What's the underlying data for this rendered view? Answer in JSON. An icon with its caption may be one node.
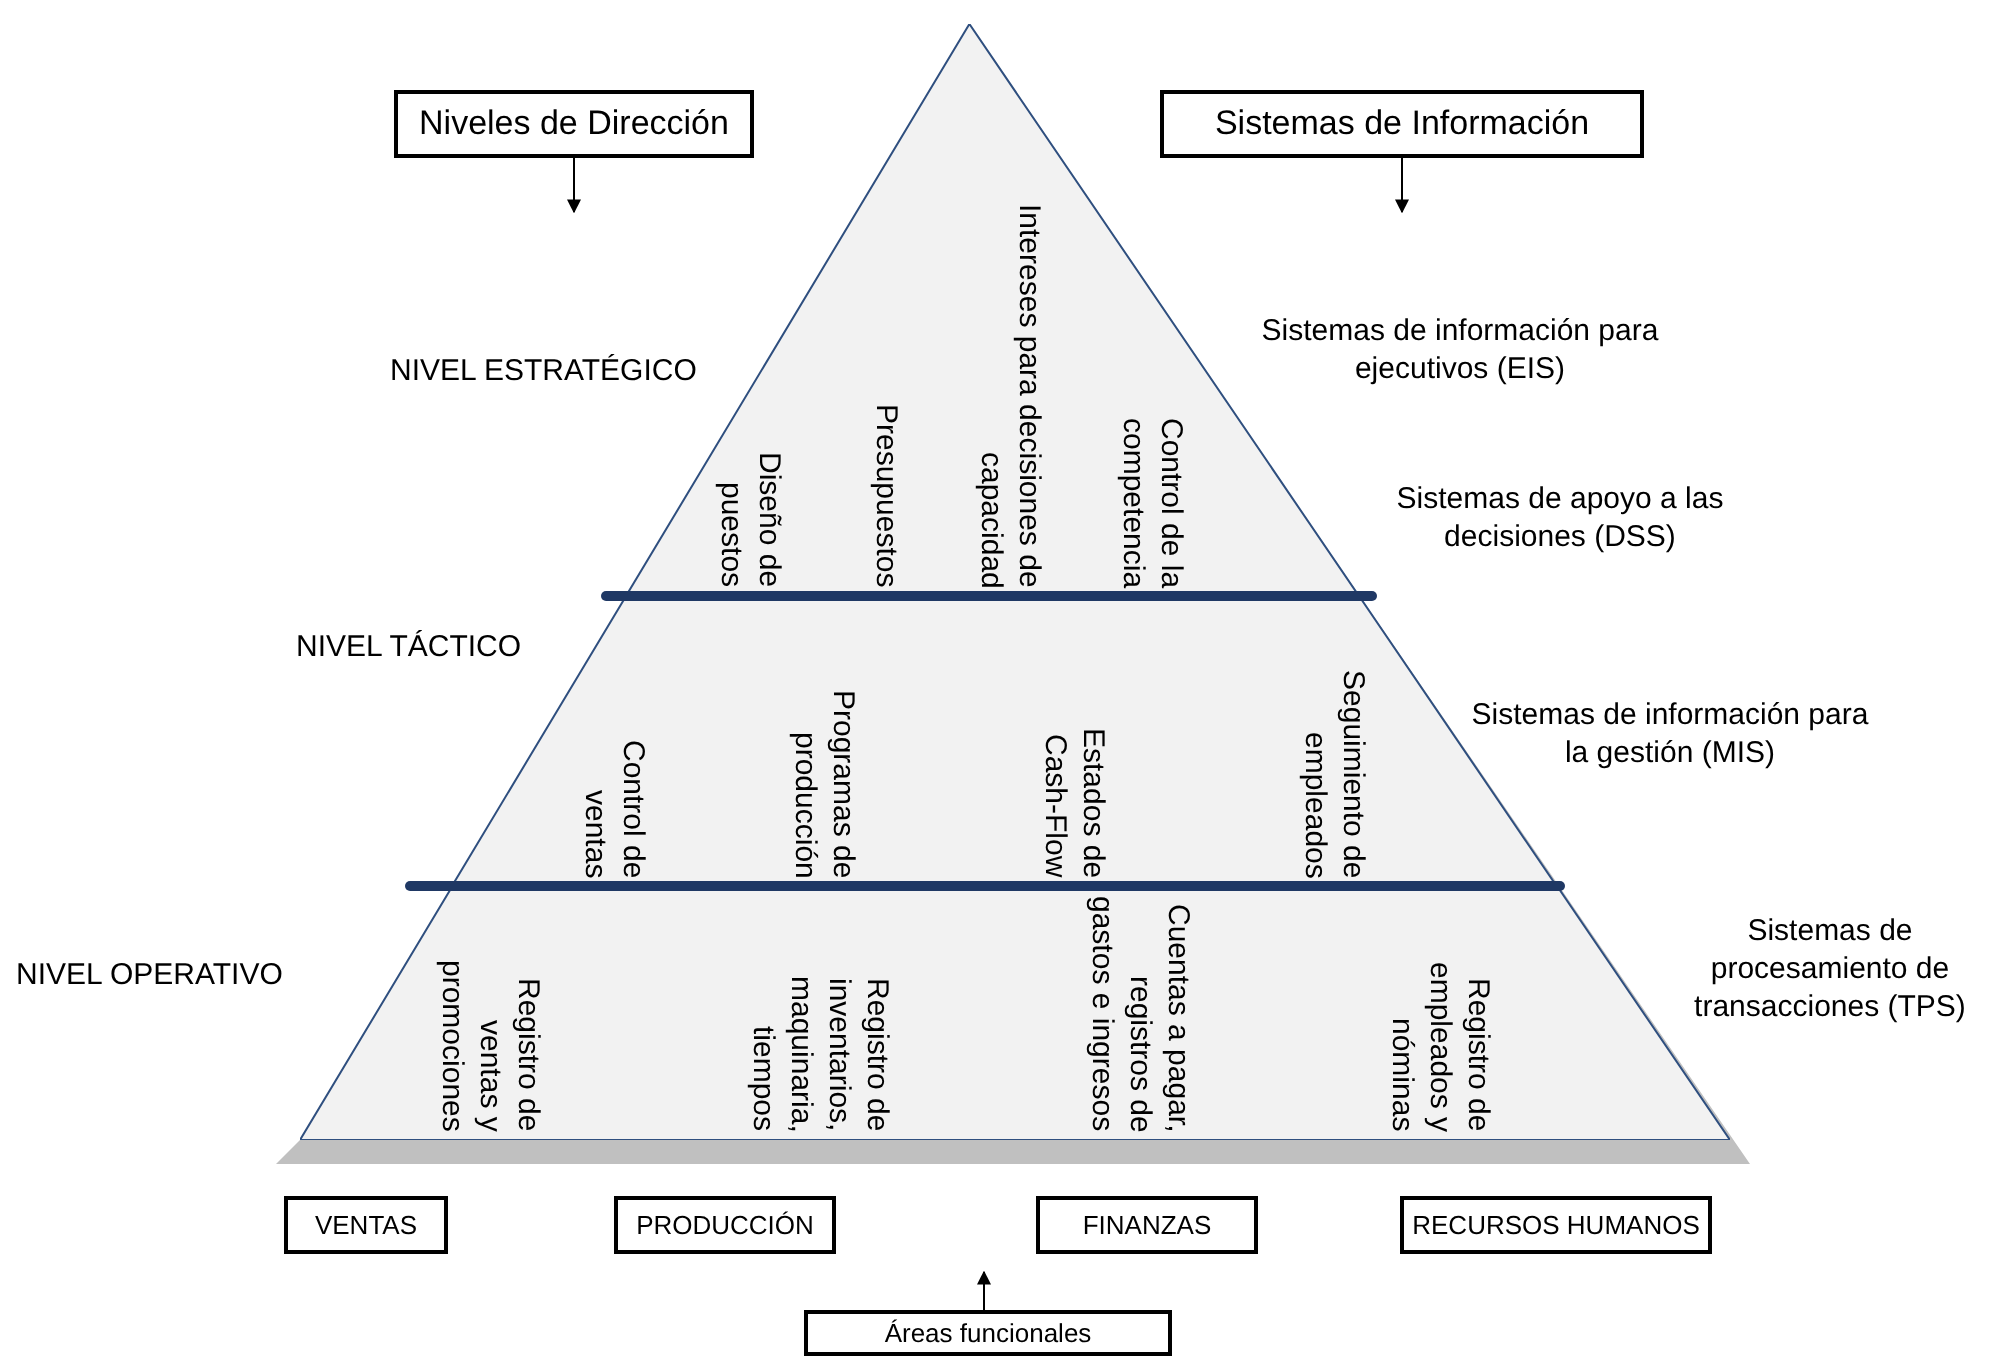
{
  "diagram": {
    "nodes": [
      {
        "text": [
          "Niveles de Dirección"
        ]
      },
      {
        "text": [
          "Sistemas de Información"
        ]
      },
      {
        "text": [
          "Diseño de puestos",
          "Presupuestos",
          "Intereses para decisiones de capacidad",
          "Control de la competencia"
        ],
        "beside": [
          "NIVEL ESTRATÉGICO"
        ]
      },
      {
        "text": [
          "Control de ventas",
          "Programas de producción",
          "Estados de Cash-Flow",
          "Seguimiento de empleados"
        ],
        "beside": [
          "NIVEL TÁCTICO"
        ]
      },
      {
        "text": [
          "Registro de ventas y promociones",
          "Registro de inventarios, maquinaria, tiempos",
          "Cuentas a pagar, registros de gastos e ingresos",
          "Registro de empleados y nóminas"
        ],
        "beside": [
          "NIVEL OPERATIVO"
        ]
      },
      {
        "text": [
          "VENTAS"
        ]
      },
      {
        "text": [
          "PRODUCCIÓN"
        ]
      },
      {
        "text": [
          "FINANZAS"
        ]
      },
      {
        "text": [
          "RECURSOS HUMANOS"
        ]
      },
      {
        "text": [
          "Áreas funcionales"
        ]
      }
    ],
    "edges": [
      {
        "from": 0,
        "to": null,
        "arrow": "to"
      },
      {
        "from": 1,
        "to": null,
        "arrow": "to"
      },
      {
        "from": 9,
        "to": null,
        "arrow": "to"
      }
    ],
    "labels": [
      "Sistemas de información para ejecutivos (EIS)",
      "Sistemas de apoyo a las decisiones (DSS)",
      "Sistemas de información para la gestión (MIS)",
      "Sistemas de procesamiento de transacciones (TPS)"
    ]
  }
}
